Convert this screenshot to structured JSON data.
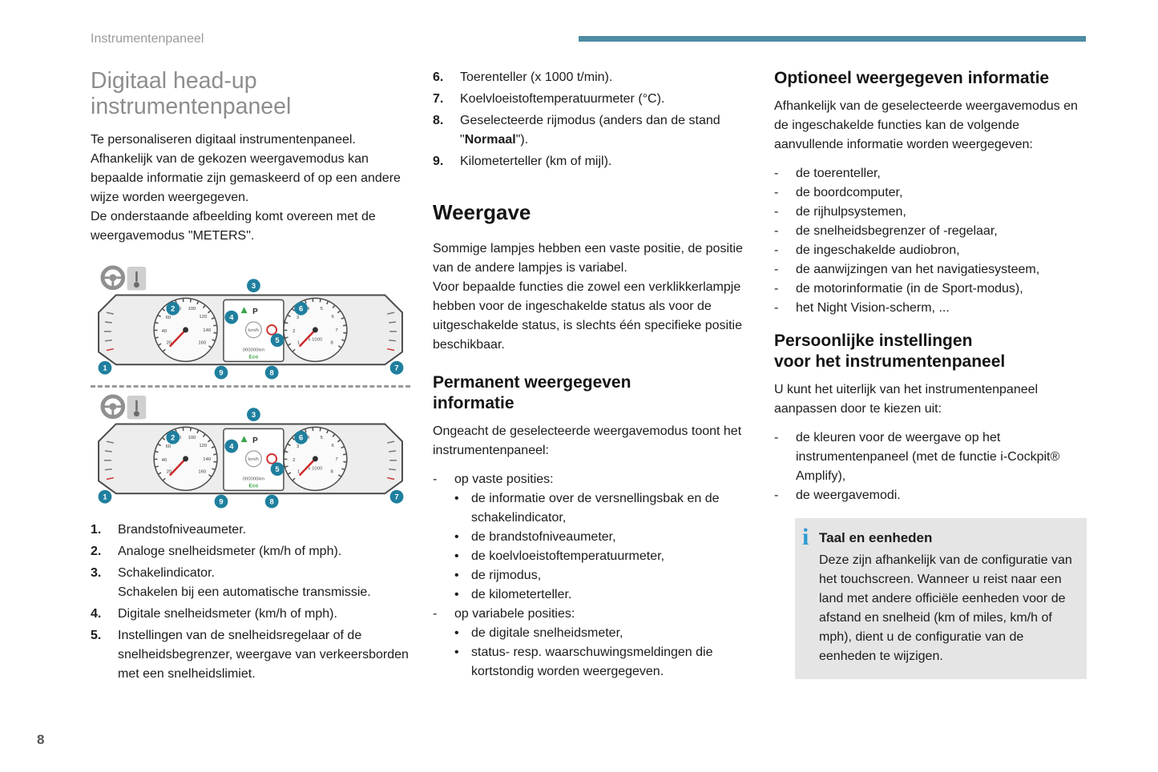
{
  "meta": {
    "colors": {
      "accent_bar": "#4d8ca3",
      "callout": "#1f7f9e",
      "info_icon": "#2e9ad2"
    }
  },
  "markers": {
    "dash": "-",
    "bullet": "•"
  },
  "header": {
    "section": "Instrumentenpaneel",
    "page_number": "8"
  },
  "col1": {
    "title": "Digitaal head-up\ninstrumentenpaneel",
    "intro": "Te personaliseren digitaal instrumentenpaneel.\nAfhankelijk van de gekozen weergavemodus kan bepaalde informatie zijn gemaskeerd of op een andere wijze worden weergegeven.\nDe onderstaande afbeelding komt overeen met de weergavemodus \"METERS\".",
    "items": [
      {
        "num": "1.",
        "text": "Brandstofniveaumeter."
      },
      {
        "num": "2.",
        "text": "Analoge snelheidsmeter (km/h of mph)."
      },
      {
        "num": "3.",
        "text": "Schakelindicator.\nSchakelen bij een automatische transmissie."
      },
      {
        "num": "4.",
        "text": "Digitale snelheidsmeter (km/h of mph)."
      },
      {
        "num": "5.",
        "text": "Instellingen van de snelheidsregelaar of de snelheidsbegrenzer, weergave van verkeersborden met een snelheidslimiet."
      }
    ]
  },
  "col2": {
    "items": [
      {
        "num": "6.",
        "text": "Toerenteller (x 1000 t/min)."
      },
      {
        "num": "7.",
        "text": "Koelvloeistoftemperatuurmeter (°C)."
      },
      {
        "num": "8.",
        "pre": "Geselecteerde rijmodus (anders dan de stand \"",
        "bold": "Normaal",
        "post": "\")."
      },
      {
        "num": "9.",
        "text": "Kilometerteller (km of mijl)."
      }
    ],
    "weergave_title": "Weergave",
    "weergave_text": "Sommige lampjes hebben een vaste positie, de positie van de andere lampjes is variabel.\nVoor bepaalde functies die zowel een verklikkerlampje hebben voor de ingeschakelde status als voor de uitgeschakelde status, is slechts één specifieke positie beschikbaar.",
    "permanent_title": "Permanent weergegeven\ninformatie",
    "permanent_intro": "Ongeacht de geselecteerde weergavemodus toont het instrumentenpaneel:",
    "fixed_label": "op vaste posities:",
    "fixed_items": [
      "de informatie over de versnellingsbak en de schakelindicator,",
      "de brandstofniveaumeter,",
      "de koelvloeistoftemperatuurmeter,",
      "de rijmodus,",
      "de kilometerteller."
    ],
    "variable_label": "op variabele posities:",
    "variable_items": [
      "de digitale snelheidsmeter,",
      "status- resp. waarschuwingsmeldingen die kortstondig worden weergegeven."
    ]
  },
  "col3": {
    "optional_title": "Optioneel weergegeven informatie",
    "optional_intro": "Afhankelijk van de geselecteerde weergavemodus en de ingeschakelde functies kan de volgende aanvullende informatie worden weergegeven:",
    "optional_items": [
      "de toerenteller,",
      "de boordcomputer,",
      "de rijhulpsystemen,",
      "de snelheidsbegrenzer of -regelaar,",
      "de ingeschakelde audiobron,",
      "de aanwijzingen van het navigatiesysteem,",
      "de motorinformatie (in de Sport-modus),",
      "het Night Vision-scherm, ..."
    ],
    "personal_title": "Persoonlijke instellingen\nvoor het instrumentenpaneel",
    "personal_intro": "U kunt het uiterlijk van het instrumentenpaneel aanpassen door te kiezen uit:",
    "personal_items": [
      "de kleuren voor de weergave op het instrumentenpaneel (met de functie i-Cockpit® Amplify),",
      "de weergavemodi."
    ],
    "infobox": {
      "icon": "i",
      "title": "Taal en eenheden",
      "text": "Deze zijn afhankelijk van de configuratie van het touchscreen. Wanneer u reist naar een land met andere officiële eenheden voor de afstand en snelheid (km of miles, km/h of mph), dient u de configuratie van de eenheden te wijzigen."
    }
  },
  "illustration": {
    "callouts": [
      "1",
      "2",
      "3",
      "4",
      "5",
      "6",
      "7",
      "8",
      "9"
    ],
    "gear": "P",
    "unit": "km/h",
    "odometer": "000000km",
    "eco": "Eco",
    "tach_label": "x 1000",
    "speed_ticks": [
      "20",
      "40",
      "60",
      "80",
      "100",
      "120",
      "140",
      "160"
    ],
    "tach_ticks": [
      "1",
      "2",
      "3",
      "4",
      "5",
      "6",
      "7",
      "8"
    ]
  }
}
